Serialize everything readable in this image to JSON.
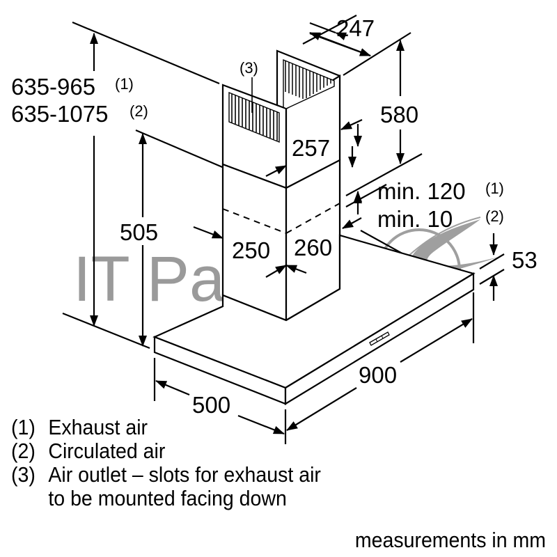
{
  "diagram": {
    "subject": "Chimney range hood dimension drawing",
    "watermark": {
      "text": "IT Partner",
      "color": "#9a9a9a",
      "logo": "s-swoosh-circle-icon"
    },
    "dimensions": {
      "total_height_1": "635-965",
      "total_height_1_ref": "(1)",
      "total_height_2": "635-1075",
      "total_height_2_ref": "(2)",
      "chimney_top_depth": "247",
      "upper_chimney_height": "580",
      "upper_chimney_width": "257",
      "lower_chimney_height": "505",
      "lower_chimney_width": "250",
      "lower_chimney_depth": "260",
      "gap_exhaust": "min. 120",
      "gap_exhaust_ref": "(1)",
      "gap_circulated": "min. 10",
      "gap_circulated_ref": "(2)",
      "canopy_thickness": "53",
      "canopy_width": "900",
      "canopy_depth": "500",
      "air_outlet_ref": "(3)"
    },
    "legend": [
      {
        "num": "(1)",
        "text": "Exhaust air"
      },
      {
        "num": "(2)",
        "text": "Circulated air"
      },
      {
        "num": "(3)",
        "text": "Air outlet – slots for exhaust air"
      },
      {
        "num": "",
        "text": "to be mounted facing down"
      }
    ],
    "footnote": "measurements in mm",
    "colors": {
      "line": "#000000",
      "background": "#ffffff",
      "watermark": "#9a9a9a"
    }
  }
}
